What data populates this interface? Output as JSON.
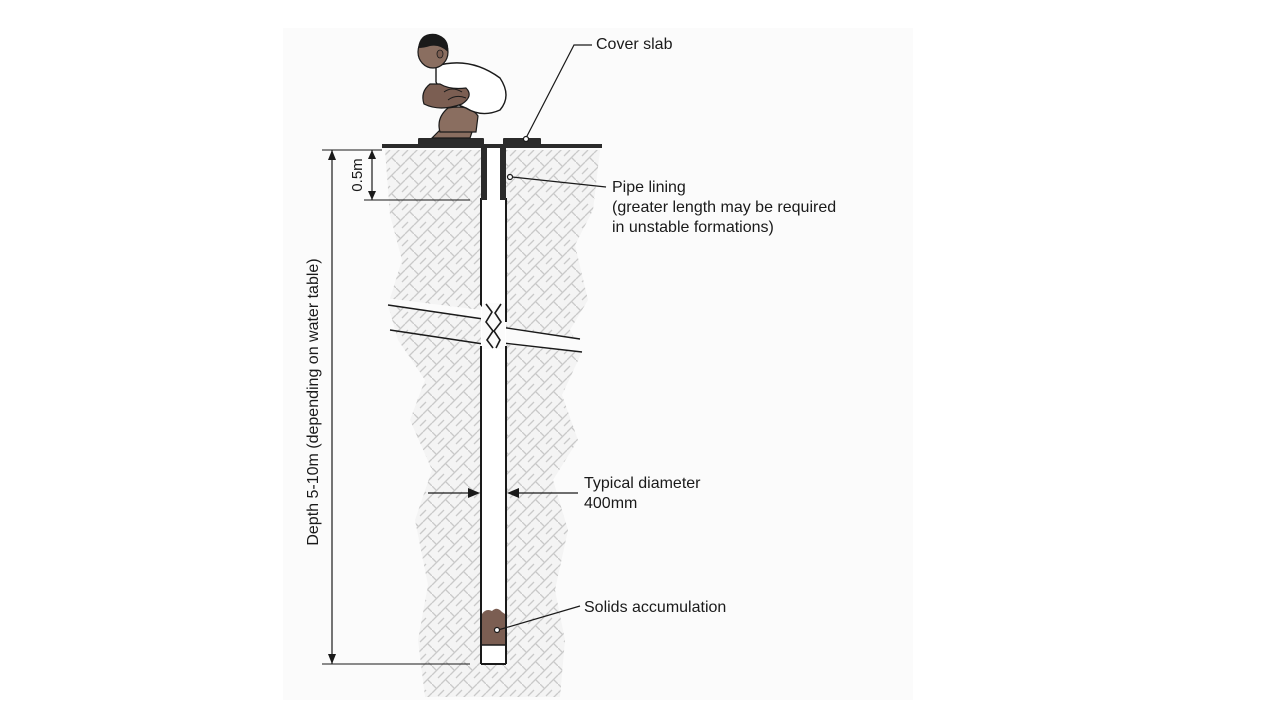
{
  "labels": {
    "cover_slab": "Cover slab",
    "pipe_lining": "Pipe lining",
    "pipe_lining_note_1": "(greater length may be required",
    "pipe_lining_note_2": "in unstable formations)",
    "diameter_1": "Typical diameter",
    "diameter_2": "400mm",
    "solids": "Solids accumulation",
    "depth": "Depth 5-10m (depending on water table)",
    "lining_depth": "0.5m"
  },
  "colors": {
    "soil_hatch": "#c9c9c9",
    "outline": "#1a1a1a",
    "slab": "#2b2b2b",
    "sludge": "#7b5e52",
    "skin": "#8a6e60",
    "shirt": "#ffffff"
  }
}
